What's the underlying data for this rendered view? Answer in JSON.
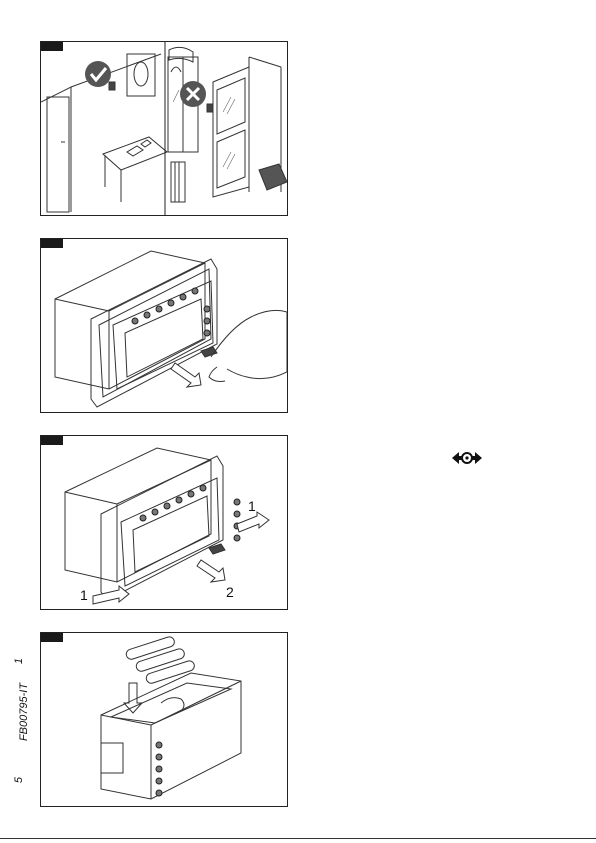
{
  "side_labels": {
    "number_top": "1",
    "doc_code": "FB00795-IT",
    "number_bottom": "5"
  },
  "figure3": {
    "callout_right": "1",
    "callout_left": "1",
    "callout_bottom": "2"
  },
  "icons": {
    "text_area_icon": "bidirectional-arrow-gear-icon"
  }
}
